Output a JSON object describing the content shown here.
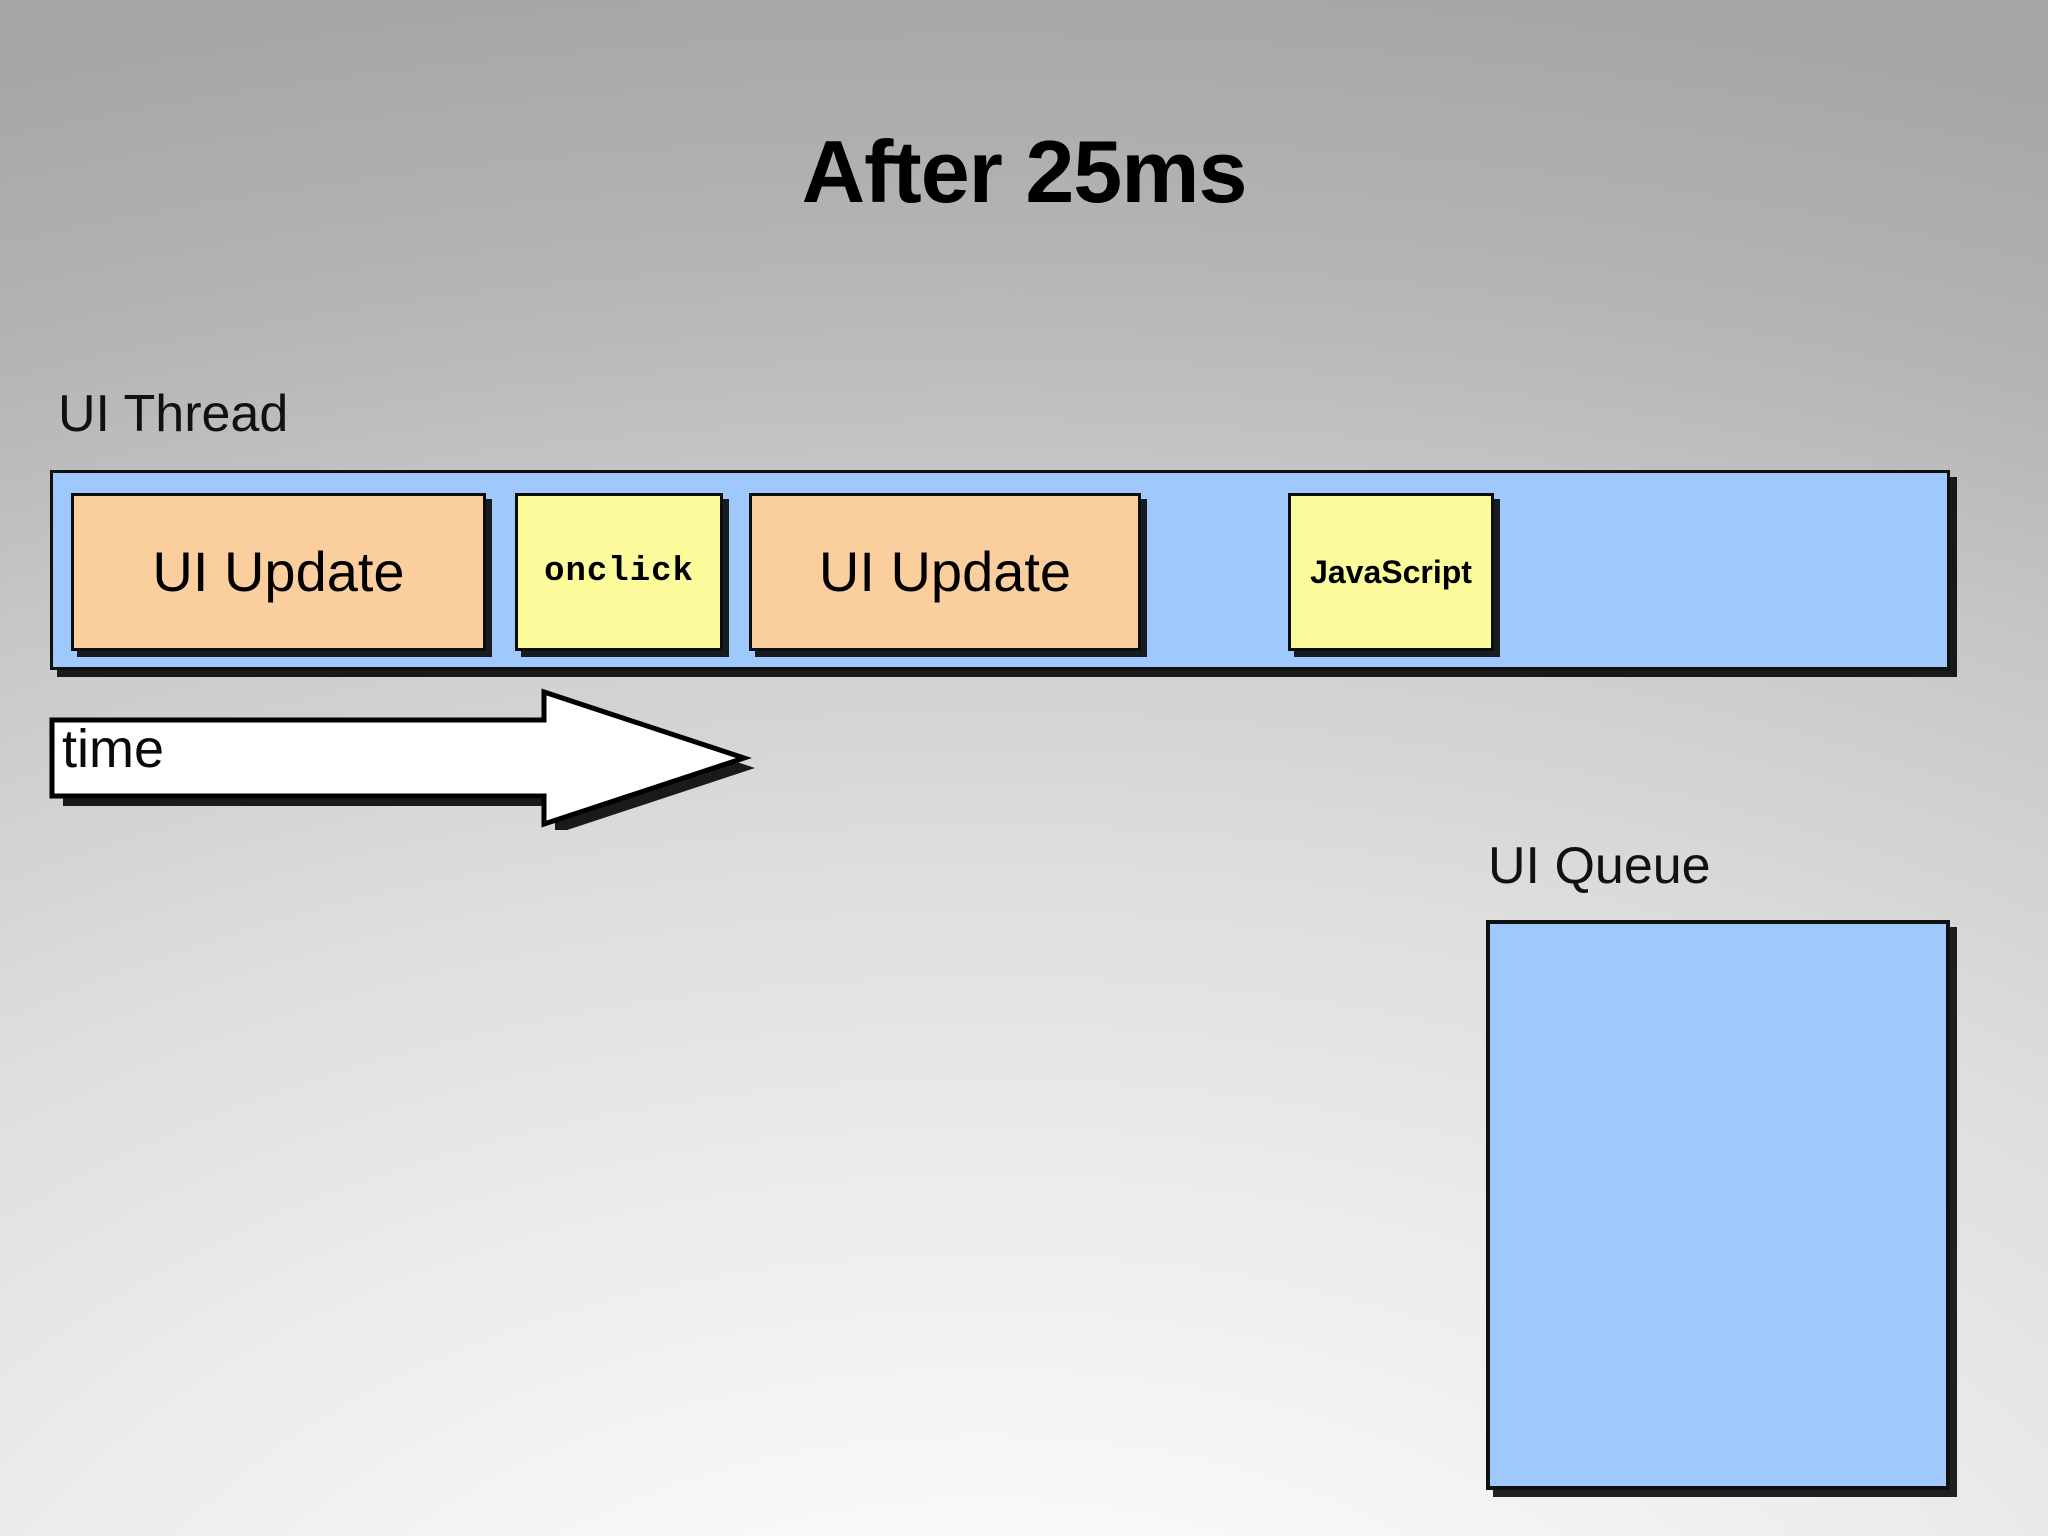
{
  "slide": {
    "title": "After 25ms",
    "background_top_color": "#a8a8a8",
    "background_bottom_color": "#f7f7f7"
  },
  "ui_thread": {
    "label": "UI Thread",
    "bar_color": "#9fc9fd",
    "border_color": "#101010",
    "tasks": [
      {
        "label": "UI Update",
        "kind": "ui-update",
        "color": "#fbce9d"
      },
      {
        "label": "onclick",
        "kind": "javascript",
        "color": "#fbfb9c"
      },
      {
        "label": "UI Update",
        "kind": "ui-update",
        "color": "#fbce9d"
      },
      {
        "label": "JavaScript",
        "kind": "javascript",
        "color": "#fbfb9c"
      }
    ]
  },
  "time_axis": {
    "label": "time",
    "direction": "right",
    "fill_color": "#ffffff",
    "outline_color": "#000000"
  },
  "ui_queue": {
    "label": "UI Queue",
    "box_color": "#9fc9fd",
    "border_color": "#101010",
    "items": []
  }
}
